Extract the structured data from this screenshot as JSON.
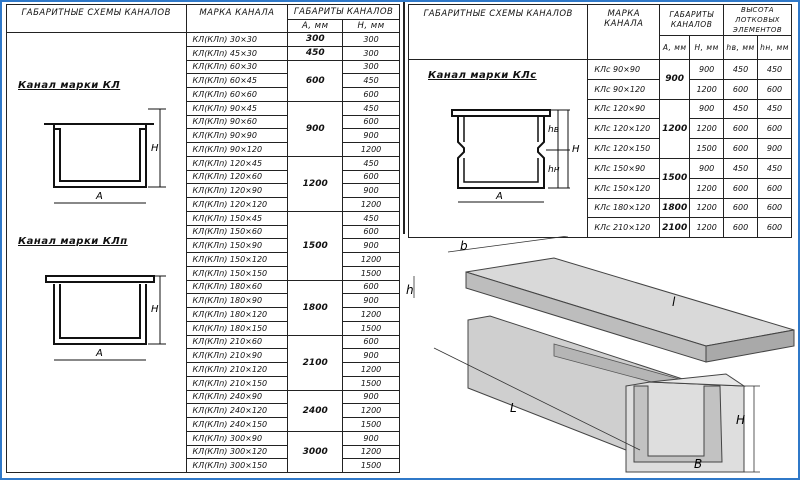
{
  "left": {
    "col_scheme": "ГАБАРИТНЫЕ СХЕМЫ КАНАЛОВ",
    "col_mark": "МАРКА КАНАЛА",
    "col_dims": "ГАБАРИТЫ КАНАЛОВ",
    "col_A": "А, мм",
    "col_H": "Н, мм",
    "label_kl": "Канал марки КЛ",
    "label_klp": "Канал марки КЛп",
    "dim_H": "Н",
    "dim_A": "А",
    "rows": [
      {
        "mark": "КЛ(КЛп) 30×30",
        "h": "300"
      },
      {
        "mark": "КЛ(КЛп) 45×30",
        "h": "300"
      },
      {
        "mark": "КЛ(КЛп) 60×30",
        "h": "300"
      },
      {
        "mark": "КЛ(КЛп) 60×45",
        "h": "450"
      },
      {
        "mark": "КЛ(КЛп) 60×60",
        "h": "600"
      },
      {
        "mark": "КЛ(КЛп) 90×45",
        "h": "450"
      },
      {
        "mark": "КЛ(КЛп) 90×60",
        "h": "600"
      },
      {
        "mark": "КЛ(КЛп) 90×90",
        "h": "900"
      },
      {
        "mark": "КЛ(КЛп) 90×120",
        "h": "1200"
      },
      {
        "mark": "КЛ(КЛп) 120×45",
        "h": "450"
      },
      {
        "mark": "КЛ(КЛп) 120×60",
        "h": "600"
      },
      {
        "mark": "КЛ(КЛп) 120×90",
        "h": "900"
      },
      {
        "mark": "КЛ(КЛп) 120×120",
        "h": "1200"
      },
      {
        "mark": "КЛ(КЛп) 150×45",
        "h": "450"
      },
      {
        "mark": "КЛ(КЛп) 150×60",
        "h": "600"
      },
      {
        "mark": "КЛ(КЛп) 150×90",
        "h": "900"
      },
      {
        "mark": "КЛ(КЛп) 150×120",
        "h": "1200"
      },
      {
        "mark": "КЛ(КЛп) 150×150",
        "h": "1500"
      },
      {
        "mark": "КЛ(КЛп) 180×60",
        "h": "600"
      },
      {
        "mark": "КЛ(КЛп) 180×90",
        "h": "900"
      },
      {
        "mark": "КЛ(КЛп) 180×120",
        "h": "1200"
      },
      {
        "mark": "КЛ(КЛп) 180×150",
        "h": "1500"
      },
      {
        "mark": "КЛ(КЛп) 210×60",
        "h": "600"
      },
      {
        "mark": "КЛ(КЛп) 210×90",
        "h": "900"
      },
      {
        "mark": "КЛ(КЛп) 210×120",
        "h": "1200"
      },
      {
        "mark": "КЛ(КЛп) 210×150",
        "h": "1500"
      },
      {
        "mark": "КЛ(КЛп) 240×90",
        "h": "900"
      },
      {
        "mark": "КЛ(КЛп) 240×120",
        "h": "1200"
      },
      {
        "mark": "КЛ(КЛп) 240×150",
        "h": "1500"
      },
      {
        "mark": "КЛ(КЛп) 300×90",
        "h": "900"
      },
      {
        "mark": "КЛ(КЛп) 300×120",
        "h": "1200"
      },
      {
        "mark": "КЛ(КЛп) 300×150",
        "h": "1500"
      }
    ],
    "groups": [
      {
        "a": "300",
        "span": 1
      },
      {
        "a": "450",
        "span": 1
      },
      {
        "a": "600",
        "span": 3
      },
      {
        "a": "900",
        "span": 4
      },
      {
        "a": "1200",
        "span": 4
      },
      {
        "a": "1500",
        "span": 5
      },
      {
        "a": "1800",
        "span": 4
      },
      {
        "a": "2100",
        "span": 4
      },
      {
        "a": "2400",
        "span": 3
      },
      {
        "a": "3000",
        "span": 3
      }
    ]
  },
  "right": {
    "col_scheme": "ГАБАРИТНЫЕ СХЕМЫ КАНАЛОВ",
    "col_mark": "МАРКА КАНАЛА",
    "col_dims": "ГАБАРИТЫ КАНАЛОВ",
    "col_heights": "ВЫСОТА ЛОТКОВЫХ ЭЛЕМЕНТОВ",
    "col_A": "А, мм",
    "col_H": "Н, мм",
    "col_hv": "hв, мм",
    "col_hn": "hн, мм",
    "label_klc": "Канал марки КЛс",
    "dim_hv": "hв",
    "dim_hn": "hн",
    "dim_H": "Н",
    "dim_A": "А",
    "rows": [
      {
        "mark": "КЛс 90×90",
        "h": "900",
        "hv": "450",
        "hn": "450"
      },
      {
        "mark": "КЛс 90×120",
        "h": "1200",
        "hv": "600",
        "hn": "600"
      },
      {
        "mark": "КЛс 120×90",
        "h": "900",
        "hv": "450",
        "hn": "450"
      },
      {
        "mark": "КЛс 120×120",
        "h": "1200",
        "hv": "600",
        "hn": "600"
      },
      {
        "mark": "КЛс 120×150",
        "h": "1500",
        "hv": "600",
        "hn": "900"
      },
      {
        "mark": "КЛс 150×90",
        "h": "900",
        "hv": "450",
        "hn": "450"
      },
      {
        "mark": "КЛс 150×120",
        "h": "1200",
        "hv": "600",
        "hn": "600"
      },
      {
        "mark": "КЛс 180×120",
        "h": "1200",
        "hv": "600",
        "hn": "600"
      },
      {
        "mark": "КЛс 210×120",
        "h": "1200",
        "hv": "600",
        "hn": "600"
      }
    ],
    "groups": [
      {
        "a": "900",
        "span": 2
      },
      {
        "a": "1200",
        "span": 3
      },
      {
        "a": "1500",
        "span": 2
      },
      {
        "a": "1800",
        "span": 1
      },
      {
        "a": "2100",
        "span": 1
      }
    ]
  },
  "drawing": {
    "b": "b",
    "h": "h",
    "l_top": "l",
    "l_bottom": "L",
    "H": "H",
    "B": "B"
  }
}
